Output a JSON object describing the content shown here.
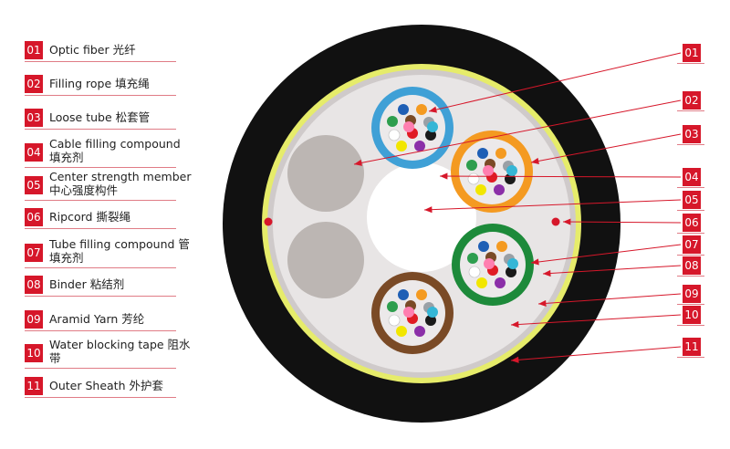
{
  "legend": [
    {
      "num": "01",
      "label": "Optic fiber  光纤"
    },
    {
      "num": "02",
      "label": "Filling rope 填充绳"
    },
    {
      "num": "03",
      "label": "Loose tube  松套管"
    },
    {
      "num": "04",
      "label": "Cable filling compound 填充剂"
    },
    {
      "num": "05",
      "label": "Center strength member 中心强度构件"
    },
    {
      "num": "06",
      "label": "Ripcord  撕裂绳"
    },
    {
      "num": "07",
      "label": "Tube filling compound 管填充剂"
    },
    {
      "num": "08",
      "label": "Binder 粘结剂"
    },
    {
      "num": "09",
      "label": "Aramid Yarn 芳纶"
    },
    {
      "num": "10",
      "label": "Water blocking tape 阻水带"
    },
    {
      "num": "11",
      "label": "Outer Sheath 外护套"
    }
  ],
  "callouts": [
    "01",
    "02",
    "03",
    "04",
    "05",
    "06",
    "07",
    "08",
    "09",
    "10",
    "11"
  ],
  "colors": {
    "accent": "#d6172a",
    "sheath": "#111111",
    "aramid": "#e6ec6a",
    "filling": "#e6e3e3",
    "filler_rope": "#bcb6b3",
    "tube_blue": "#3fa0d6",
    "tube_orange": "#f49a21",
    "tube_green": "#1d8a3a",
    "tube_brown": "#7a4a26"
  },
  "fiber_colors": [
    "#1f5fb5",
    "#f49a21",
    "#2e9e4e",
    "#7a4a26",
    "#9aa0a6",
    "#ffffff",
    "#e01b24",
    "#1a1a1a",
    "#f2e600",
    "#8b2fa8",
    "#ff7fb0",
    "#35b6d6"
  ]
}
